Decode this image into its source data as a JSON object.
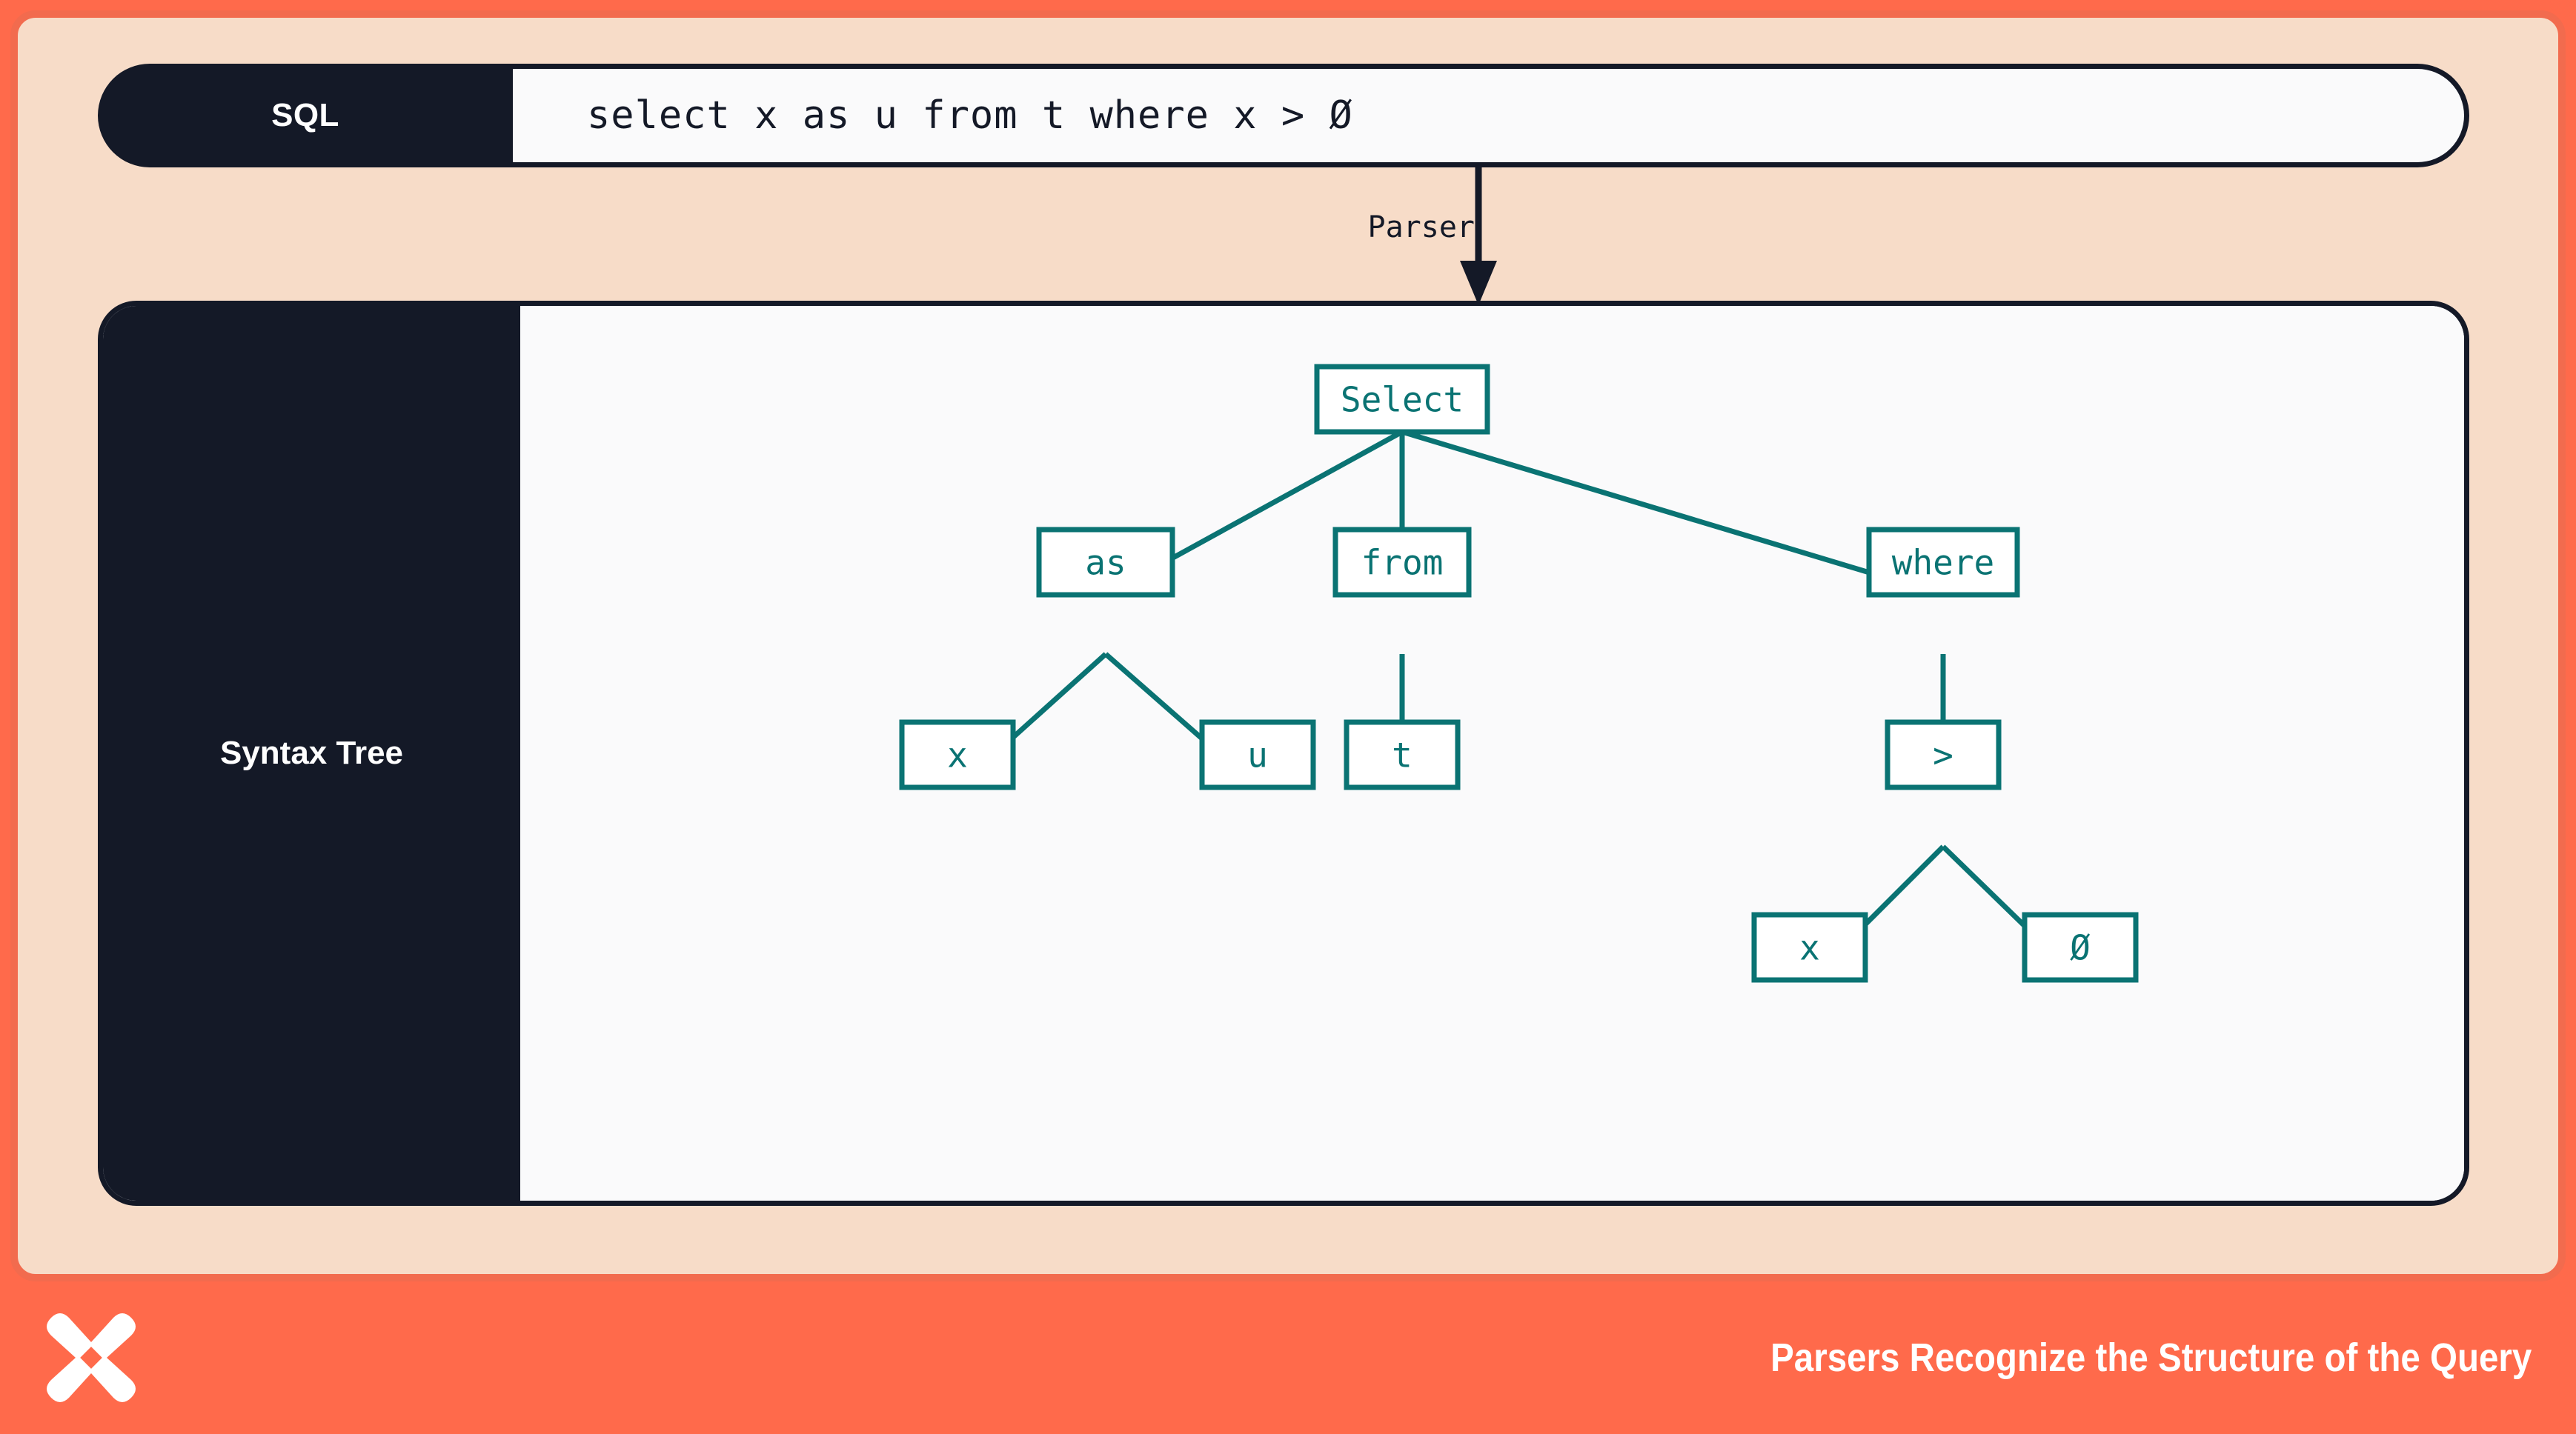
{
  "theme": {
    "frame_border": "#F26B4E",
    "card_bg": "#F7DCC8",
    "panel_dark": "#141927",
    "panel_light": "#FAFAFB",
    "tree_accent": "#0A7373",
    "footer_bg": "#FF6A4B",
    "footer_text": "#FFFFFF"
  },
  "sql": {
    "label": "SQL",
    "query": "select x as u from t where x > Ø"
  },
  "arrow": {
    "label": "Parser"
  },
  "tree": {
    "label": "Syntax Tree",
    "nodes": {
      "select": "Select",
      "as": "as",
      "from": "from",
      "where": "where",
      "as_left": "x",
      "as_right": "u",
      "from_child": "t",
      "gt": ">",
      "gt_left": "x",
      "gt_right": "Ø"
    }
  },
  "footer": {
    "logo_name": "butterfly-x-logo",
    "caption": "Parsers Recognize the Structure of the Query"
  },
  "chart_data": {
    "type": "diagram",
    "title": "Parsers Recognize the Structure of the Query",
    "input": "select x as u from t where x > 0",
    "transform": "Parser",
    "output_label": "Syntax Tree",
    "tree": {
      "label": "Select",
      "children": [
        {
          "label": "as",
          "children": [
            {
              "label": "x"
            },
            {
              "label": "u"
            }
          ]
        },
        {
          "label": "from",
          "children": [
            {
              "label": "t"
            }
          ]
        },
        {
          "label": "where",
          "children": [
            {
              "label": ">",
              "children": [
                {
                  "label": "x"
                },
                {
                  "label": "0"
                }
              ]
            }
          ]
        }
      ]
    }
  }
}
